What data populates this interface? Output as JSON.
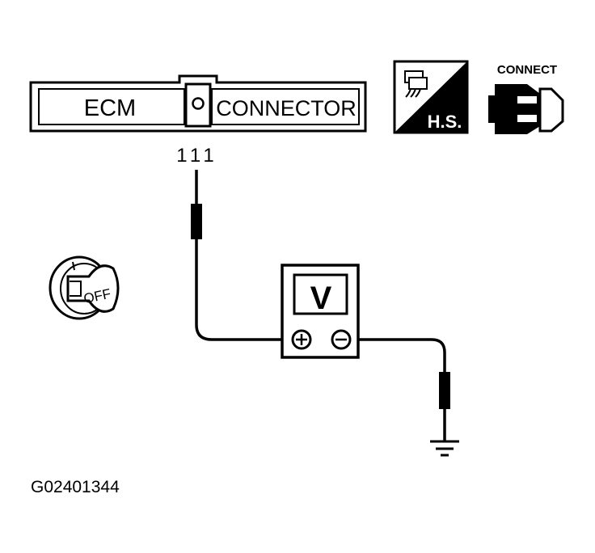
{
  "connector": {
    "left_label": "ECM",
    "right_label": "CONNECTOR",
    "pin_number": "111"
  },
  "harness_icon": {
    "label": "H.S.",
    "icon": "harness-side-icon"
  },
  "connect_icon": {
    "label": "CONNECT",
    "icon": "connector-plug-icon"
  },
  "ignition": {
    "state_label": "OFF",
    "icon": "ignition-key-icon"
  },
  "voltmeter": {
    "unit_label": "V",
    "positive_icon": "plus-terminal-icon",
    "negative_icon": "minus-terminal-icon"
  },
  "ground": {
    "icon": "ground-symbol-icon"
  },
  "figure_id": "G02401344",
  "colors": {
    "ink": "#000000",
    "paper": "#ffffff"
  }
}
